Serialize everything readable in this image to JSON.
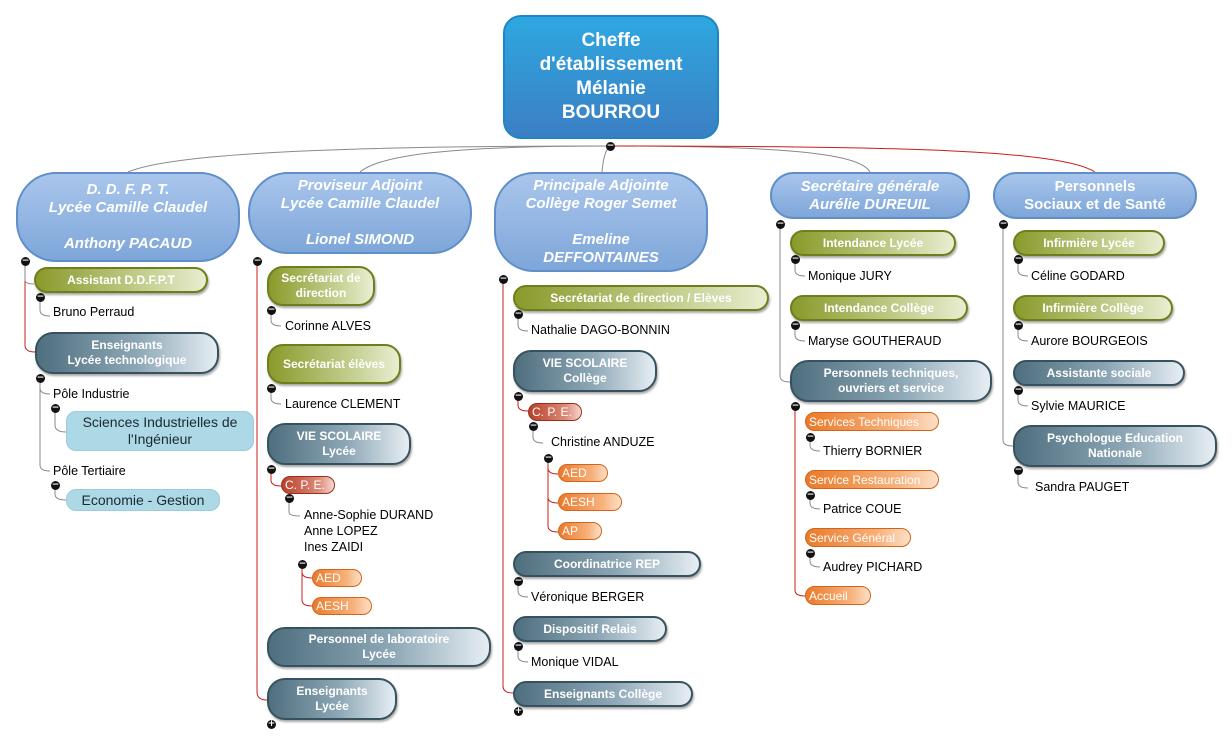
{
  "root": {
    "label": "Cheffe\nd'établissement\nMélanie\nBOURROU"
  },
  "columns": [
    {
      "header": "D. D. F. P. T.\nLycée Camille Claudel\n\nAnthony PACAUD",
      "items": {
        "assistant": "Assistant D.D.F.P.T",
        "assistant_name": "Bruno Perraud",
        "enseignants": "Enseignants\nLycée technologique",
        "pole_industrie": "Pôle Industrie",
        "sii": "Sciences Industrielles de\nl'Ingénieur",
        "pole_tertiaire": "Pôle Tertiaire",
        "eco": "Economie - Gestion"
      }
    },
    {
      "header": "Proviseur Adjoint\nLycée Camille Claudel\n\nLionel SIMOND",
      "items": {
        "secr_direction": "Secrétariat de\ndirection",
        "secr_direction_name": "Corinne ALVES",
        "secr_eleves": "Secrétariat élèves",
        "secr_eleves_name": "Laurence CLEMENT",
        "vie_scolaire": "VIE SCOLAIRE\nLycée",
        "cpe": "C. P. E.",
        "cpe_names": "Anne-Sophie DURAND\nAnne LOPEZ\nInes ZAIDI",
        "aed": "AED",
        "aesh": "AESH",
        "labo": "Personnel de laboratoire\nLycée",
        "enseignants": "Enseignants\nLycée"
      }
    },
    {
      "header": "Principale Adjointe\nCollège Roger Semet\n\nEmeline\nDEFFONTAINES",
      "items": {
        "secr": "Secrétariat de direction / Elèves",
        "secr_name": "Nathalie DAGO-BONNIN",
        "vie_scolaire": "VIE SCOLAIRE\nCollège",
        "cpe": "C. P. E.",
        "cpe_name": "Christine ANDUZE",
        "aed": "AED",
        "aesh": "AESH",
        "ap": "AP",
        "rep": "Coordinatrice REP",
        "rep_name": "Véronique BERGER",
        "relais": "Dispositif Relais",
        "relais_name": "Monique VIDAL",
        "enseignants": "Enseignants Collège"
      }
    },
    {
      "header": "Secrétaire générale\nAurélie DUREUIL",
      "items": {
        "int_lycee": "Intendance Lycée",
        "int_lycee_name": "Monique JURY",
        "int_college": "Intendance Collège",
        "int_college_name": "Maryse GOUTHERAUD",
        "tech": "Personnels techniques,\nouvriers et service",
        "serv_tech": "Services Techniques",
        "serv_tech_name": "Thierry BORNIER",
        "serv_resto": "Service Restauration",
        "serv_resto_name": "Patrice COUE",
        "serv_gen": "Service Général",
        "serv_gen_name": "Audrey PICHARD",
        "accueil": "Accueil"
      }
    },
    {
      "header": "Personnels\nSociaux et de Santé",
      "items": {
        "inf_lycee": "Infirmière Lycée",
        "inf_lycee_name": "Céline GODARD",
        "inf_college": "Infirmière Collège",
        "inf_college_name": "Aurore BOURGEOIS",
        "as": "Assistante sociale",
        "as_name": "Sylvie MAURICE",
        "psy": "Psychologue Education\nNationale",
        "psy_name": "Sandra PAUGET"
      }
    }
  ],
  "colors": {
    "root": "#2ea7e0",
    "header": "#7ea6d9",
    "olive": "#8a9a2a",
    "slate": "#4f6f7e",
    "orange": "#ea7a2a",
    "cpe": "#b8412a",
    "topic": "#add8e6",
    "red_link": "#c81e1e",
    "grey_link": "#8a8a8a"
  },
  "icons": {
    "collapse": "minus-circle-icon",
    "expand": "plus-circle-icon"
  }
}
